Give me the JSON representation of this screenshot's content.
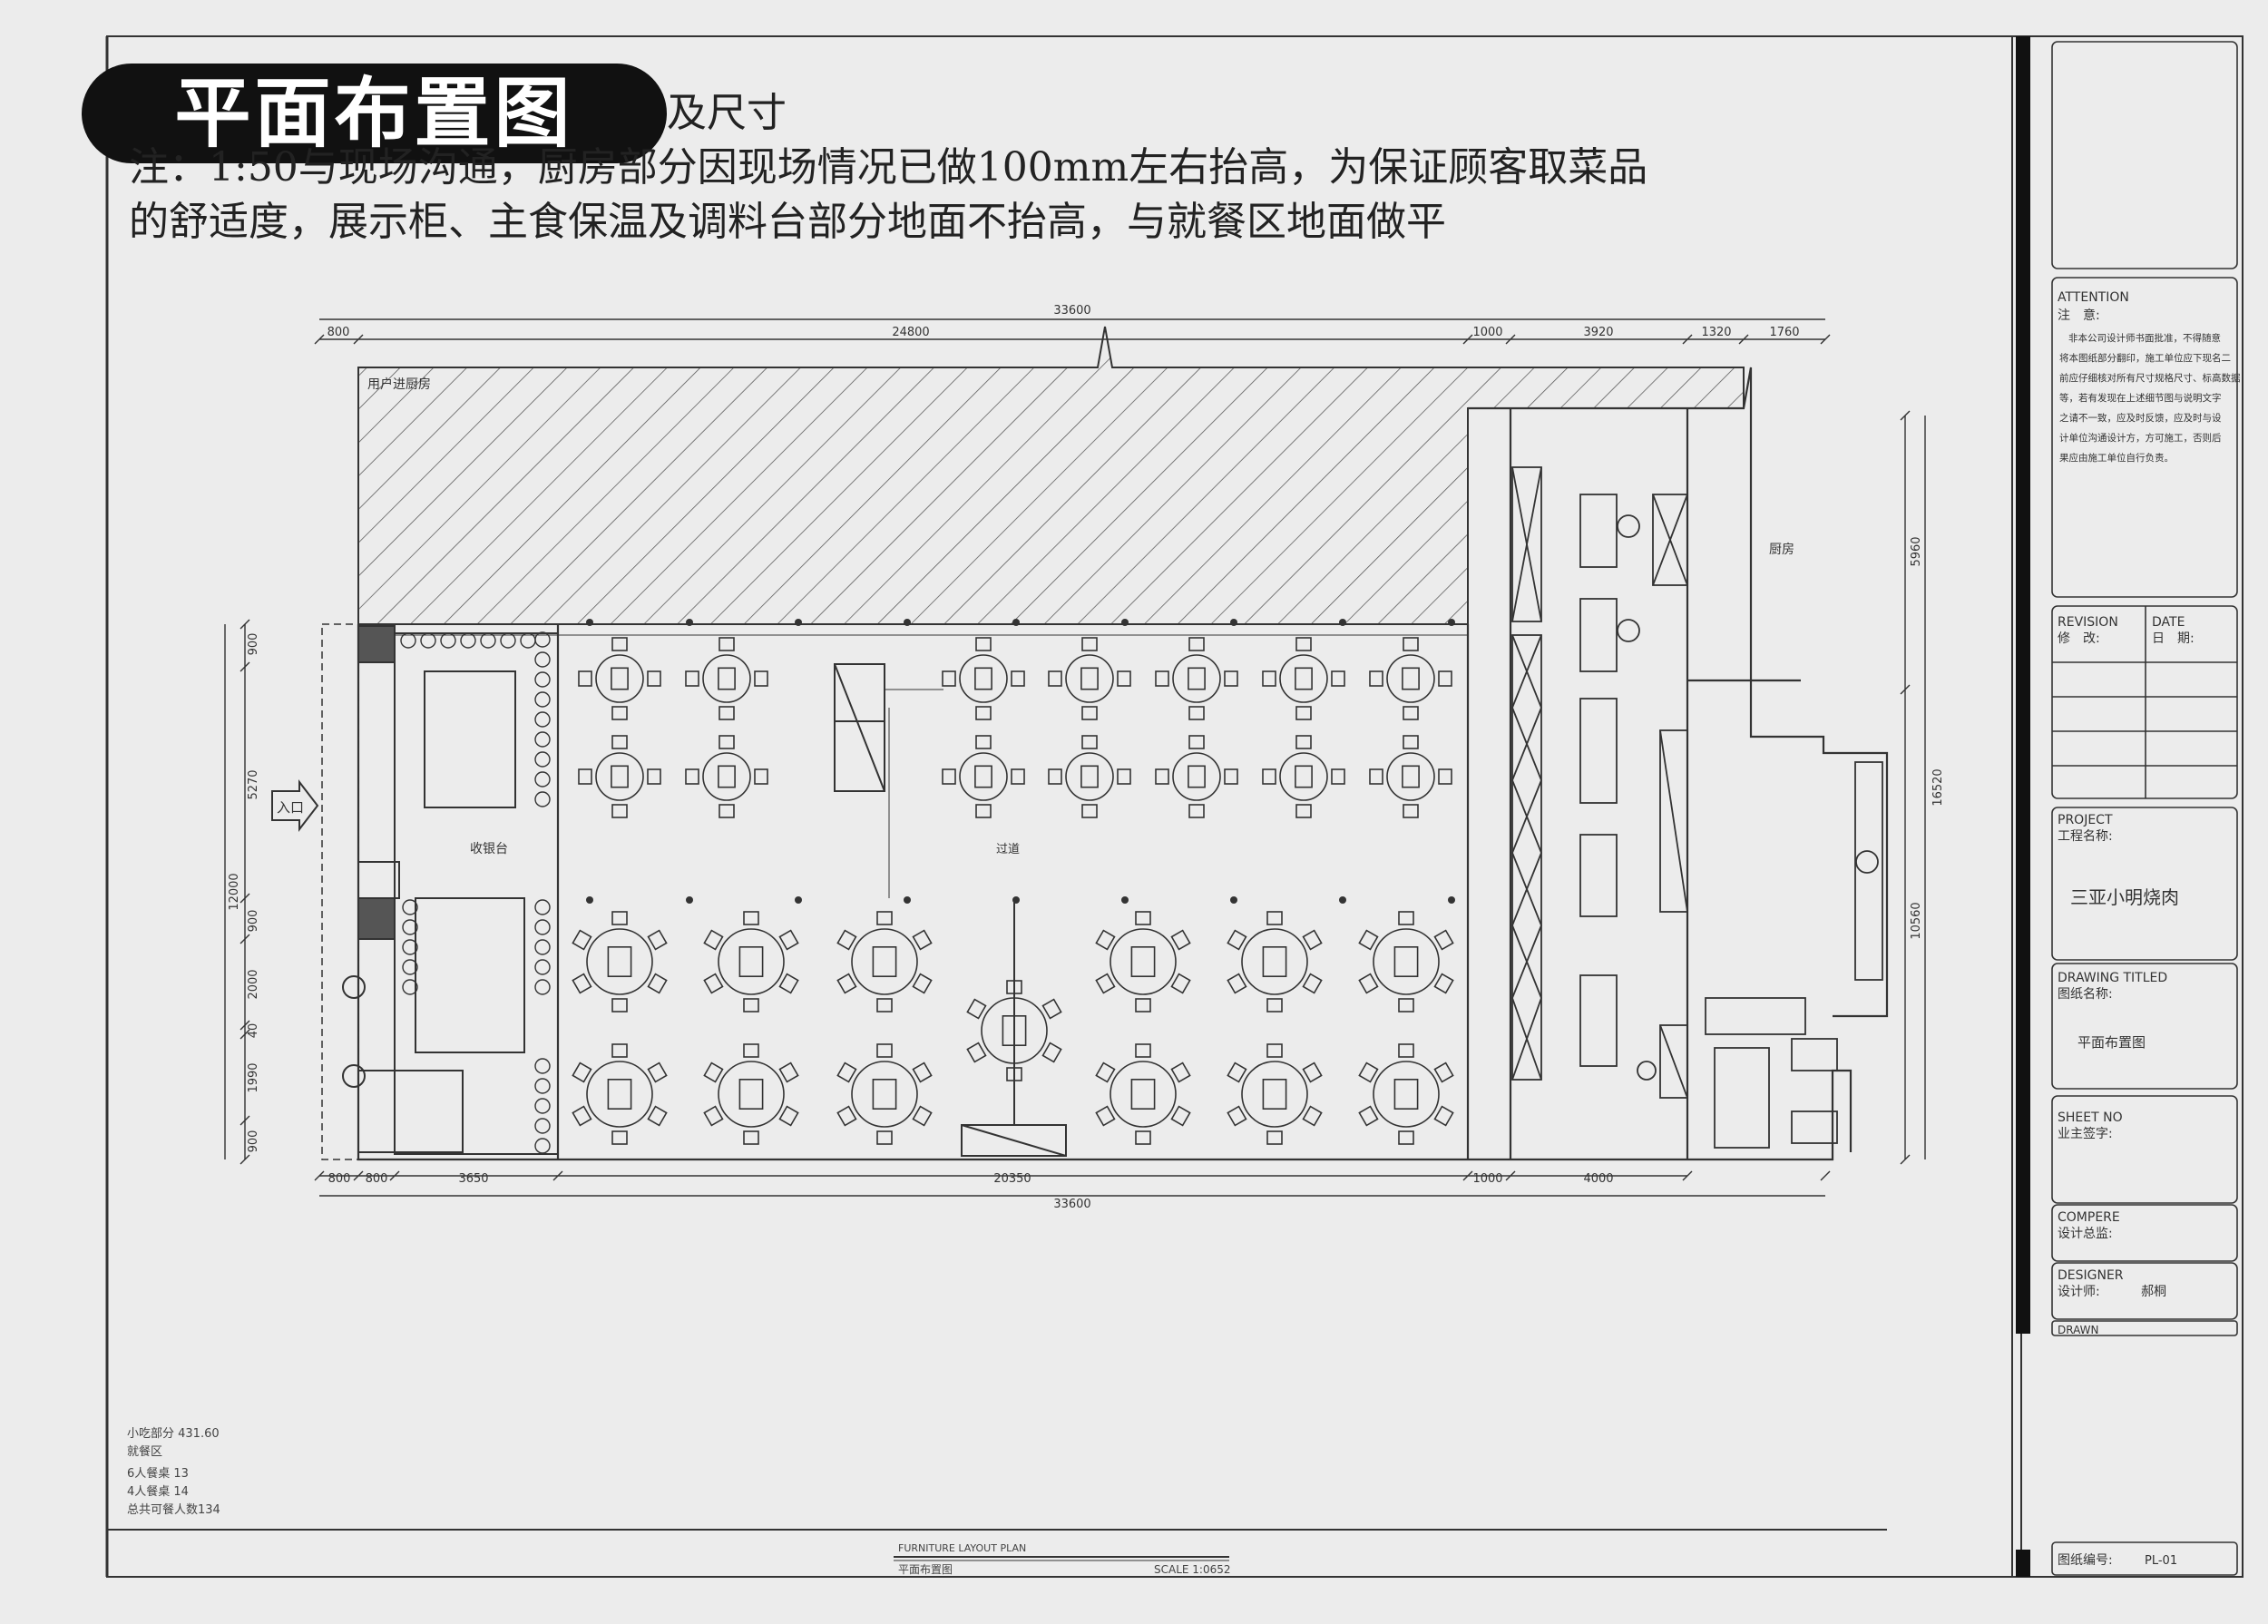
{
  "badge": "平面布置图",
  "note": {
    "line1": "及尺寸",
    "line2": "注：1:50与现场沟通，厨房部分因现场情况已做100mm左右抬高，为保证顾客取菜品",
    "line3": "的舒适度，展示柜、主食保温及调料台部分地面不抬高，与就餐区地面做平"
  },
  "dims": {
    "top_total": "33600",
    "top_segments": [
      "800",
      "24800",
      "1000",
      "3920",
      "1320",
      "1760"
    ],
    "bottom_total": "33600",
    "bottom_segments": [
      "800",
      "800",
      "3650",
      "20350",
      "1000",
      "4000"
    ],
    "left_total": "12000",
    "left_segments": [
      "900",
      "5270",
      "900",
      "2000",
      "40",
      "1990",
      "900"
    ],
    "right_total": "16520",
    "right_segments": [
      "5960",
      "10560"
    ]
  },
  "plan_labels": {
    "hatched_area": "用户进厨房",
    "entrance": "入口",
    "counter": "收银台",
    "aisle": "过道",
    "kitchen": "厨房"
  },
  "stats": {
    "area": "小吃部分 431.60",
    "seats_title": "就餐区",
    "six_person": "6人餐桌 13",
    "four_person": "4人餐桌 14",
    "total": "总共可餐人数134"
  },
  "footer": {
    "title_en": "FURNITURE LAYOUT PLAN",
    "title_cn": "平面布置图",
    "scale": "SCALE 1:0652"
  },
  "titleblock": {
    "attention_label": "ATTENTION",
    "attention_cn": "注　意:",
    "attention_text": [
      "非本公司设计师书面批准，不得随意",
      "将本图纸部分翻印，施工单位应下现名二",
      "前应仔细核对所有尺寸规格尺寸、标高数据",
      "等，若有发现在上述细节图与说明文字",
      "之请不一致，应及时反馈，应及时与设",
      "计单位沟通设计方，方可施工，否则后",
      "果应由施工单位自行负责。"
    ],
    "revision_label": "REVISION",
    "revision_cn": "修　改:",
    "date_label": "DATE",
    "date_cn": "日　期:",
    "project_label": "PROJECT",
    "project_cn": "工程名称:",
    "project_name": "三亚小明烧肉",
    "drawing_label": "DRAWING TITLED",
    "drawing_cn": "图纸名称:",
    "drawing_name": "平面布置图",
    "sheet_label": "SHEET NO",
    "sheet_cn": "业主签字:",
    "compere_label": "COMPERE",
    "compere_cn": "设计总监:",
    "designer_label": "DESIGNER",
    "designer_cn": "设计师:",
    "designer_name": "郝桐",
    "drawn_label": "DRAWN",
    "sheet_number_label": "图纸编号:",
    "sheet_number": "PL-01"
  },
  "colors": {
    "paper": "#ececec",
    "ink": "#222222",
    "badge_bg": "#111111"
  }
}
